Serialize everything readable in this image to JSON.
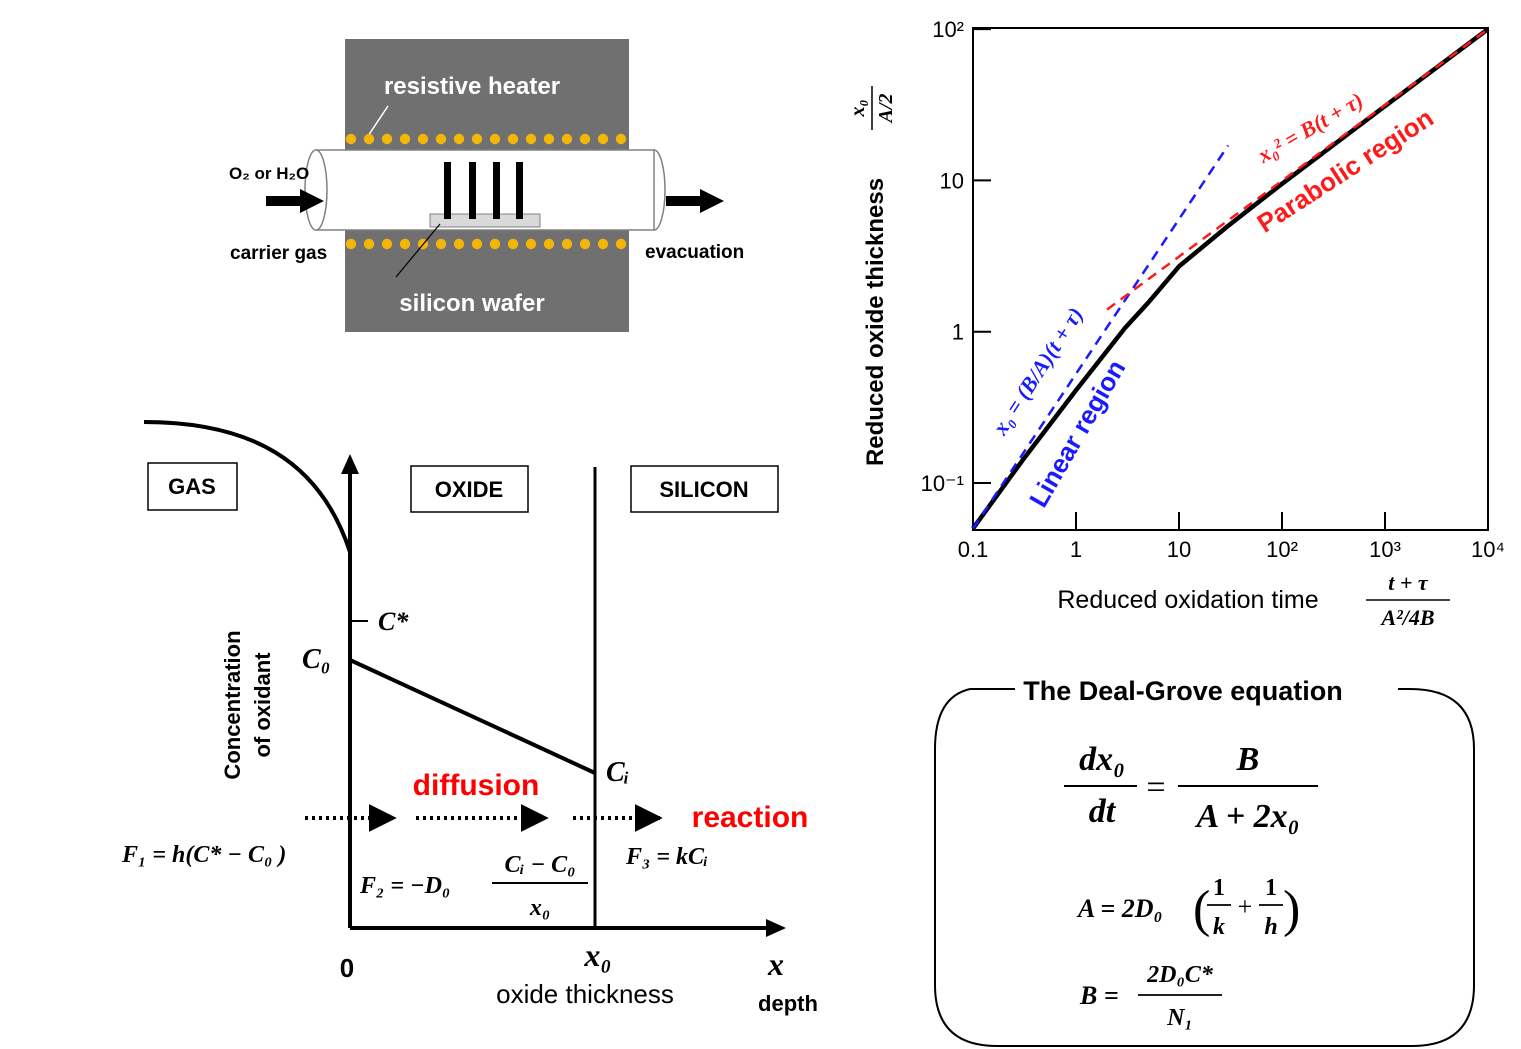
{
  "furnace": {
    "heater_label": "resistive heater",
    "gas_in_label": "O₂ or H₂O",
    "carrier_label": "carrier gas",
    "wafer_label": "silicon wafer",
    "evac_label": "evacuation",
    "colors": {
      "heater_block": "#707070",
      "heater_dots": "#f2b705",
      "wafer_tray": "#d9d9d9"
    }
  },
  "profile": {
    "region_gas": "GAS",
    "region_oxide": "OXIDE",
    "region_silicon": "SILICON",
    "y_label_line1": "Concentration",
    "y_label_line2": "of oxidant",
    "c_star": "C*",
    "c0": "C₀",
    "ci": "Cᵢ",
    "diffusion": "diffusion",
    "reaction": "reaction",
    "f1": "F₁ = h(C* − C₀ )",
    "f2_lhs": "F₂ = −D₀",
    "f2_num": "Cᵢ − C₀",
    "f2_den": "x₀",
    "f3": "F₃ = kCᵢ",
    "origin": "0",
    "x0": "x₀",
    "x_axis": "x",
    "thickness_label": "oxide thickness",
    "depth_label": "depth",
    "colors": {
      "accent": "#ff0000"
    }
  },
  "chart_data": {
    "type": "line",
    "xscale": "log",
    "yscale": "log",
    "xlim": [
      0.1,
      10000
    ],
    "ylim": [
      0.05,
      100
    ],
    "x_ticks": [
      "0.1",
      "1",
      "10",
      "10²",
      "10³",
      "10⁴"
    ],
    "y_ticks": [
      "10⁻¹",
      "1",
      "10",
      "10²"
    ],
    "xlabel": "Reduced oxidation time",
    "xlabel_frac_num": "t + τ",
    "xlabel_frac_den": "A²/4B",
    "ylabel": "Reduced oxide thickness",
    "ylabel_frac_num": "x₀",
    "ylabel_frac_den": "A/2",
    "series": [
      {
        "x": [
          0.1,
          0.3,
          1,
          3,
          5,
          10,
          30,
          100,
          1000,
          10000
        ],
        "y": [
          0.05,
          0.14,
          0.41,
          1.06,
          1.55,
          2.7,
          5.0,
          9.5,
          31,
          100
        ]
      },
      {
        "x": [
          0.1,
          30
        ],
        "y": [
          0.05,
          17
        ]
      },
      {
        "x": [
          2,
          10000
        ],
        "y": [
          1.4,
          100
        ]
      }
    ],
    "annotations": {
      "linear_eq": "x₀ = (B/A)(t + τ)",
      "parabolic_eq": "x₀² = B(t + τ)",
      "linear_region": "Linear region",
      "parabolic_region": "Parabolic region"
    },
    "colors": {
      "main": "#000000",
      "linear": "#1a1aff",
      "parabolic": "#ff1a1a"
    }
  },
  "equation_box": {
    "title": "The Deal-Grove equation",
    "lhs_num": "dx₀",
    "lhs_den": "dt",
    "rhs_num": "B",
    "rhs_den": "A + 2x₀",
    "a_lhs": "A = 2D₀",
    "a_term1": "1",
    "a_term1_den": "k",
    "a_term2": "1",
    "a_term2_den": "h",
    "b_lhs": "B =",
    "b_num": "2D₀C*",
    "b_den": "N₁"
  }
}
